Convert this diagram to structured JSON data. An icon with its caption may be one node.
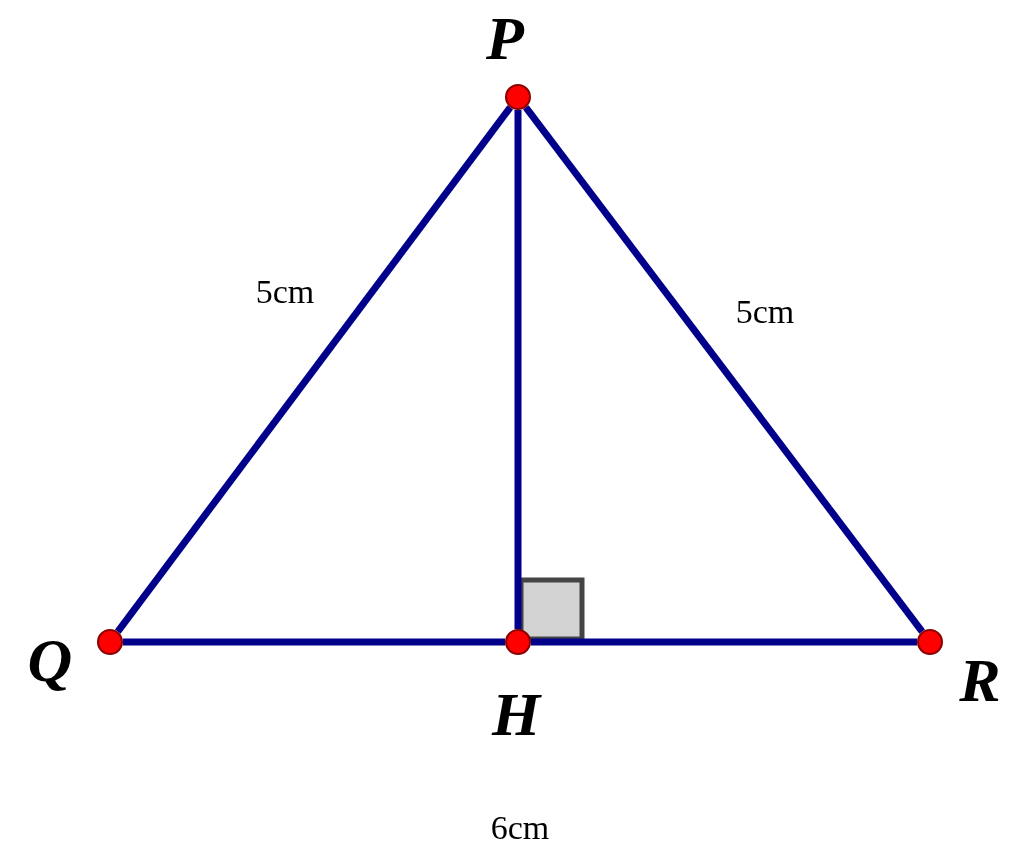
{
  "diagram": {
    "nodes": [
      {
        "text": [],
        "shape": "circle",
        "beside": [
          "P"
        ]
      },
      {
        "text": [],
        "shape": "circle",
        "beside": [
          "Q"
        ]
      },
      {
        "text": [],
        "shape": "circle",
        "beside": [
          "H"
        ]
      },
      {
        "text": [],
        "shape": "circle",
        "beside": [
          "R"
        ]
      }
    ],
    "edges": [
      {
        "from": 0,
        "to": 1,
        "arrow": "none",
        "label": "5cm"
      },
      {
        "from": 0,
        "to": 3,
        "arrow": "none",
        "label": "5cm"
      },
      {
        "from": 0,
        "to": 2,
        "arrow": "none"
      },
      {
        "from": 1,
        "to": 2,
        "arrow": "none"
      },
      {
        "from": 2,
        "to": 3,
        "arrow": "none"
      }
    ],
    "labels": [
      "6cm"
    ]
  }
}
